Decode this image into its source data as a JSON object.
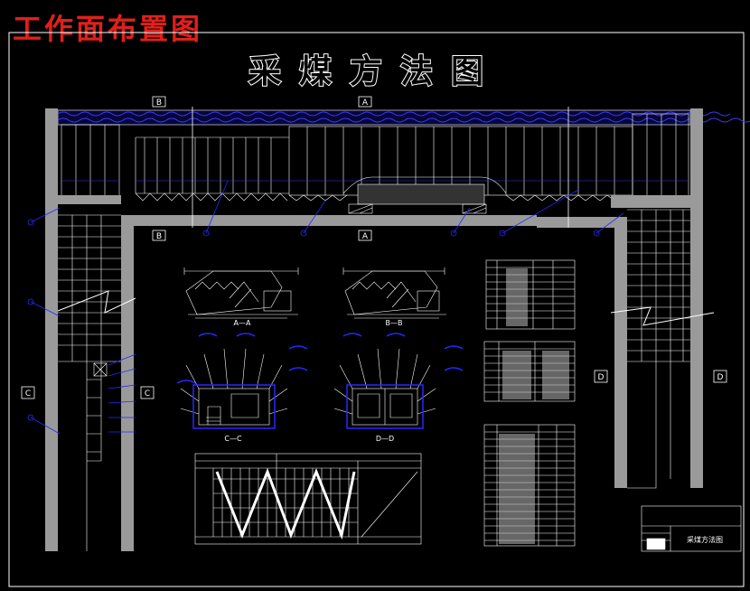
{
  "corner_title": "工作面布置图",
  "main_title": "采煤方法图",
  "section_markers": {
    "a": "A",
    "b": "B",
    "c": "C",
    "d": "D"
  },
  "sections": {
    "a_a": "A—A",
    "b_b": "B—B",
    "c_c": "C—C",
    "d_d": "D—D"
  },
  "title_block": {
    "drawing_name": "采煤方法图"
  },
  "colors": {
    "wire": "#ffffff",
    "blue": "#2828ff",
    "wall": "#9a9a9a",
    "corner": "#e0201c"
  }
}
